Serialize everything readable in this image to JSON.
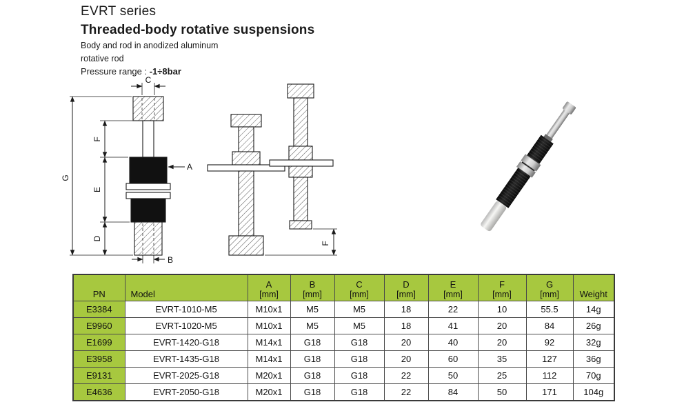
{
  "header": {
    "series": "EVRT series",
    "title": "Threaded-body rotative suspensions",
    "line1": "Body and rod in anodized aluminum",
    "line2": "rotative rod",
    "pressure_label": "Pressure range : ",
    "pressure_value": "-1÷8bar"
  },
  "diagram": {
    "labels": {
      "a": "A",
      "b": "B",
      "c": "C",
      "d": "D",
      "e": "E",
      "f": "F",
      "g": "G"
    }
  },
  "colors": {
    "table_green": "#a7c83f"
  },
  "table": {
    "columns": [
      {
        "label": "PN",
        "unit": ""
      },
      {
        "label": "Model",
        "unit": ""
      },
      {
        "label": "A",
        "unit": "[mm]"
      },
      {
        "label": "B",
        "unit": "[mm]"
      },
      {
        "label": "C",
        "unit": "[mm]"
      },
      {
        "label": "D",
        "unit": "[mm]"
      },
      {
        "label": "E",
        "unit": "[mm]"
      },
      {
        "label": "F",
        "unit": "[mm]"
      },
      {
        "label": "G",
        "unit": "[mm]"
      },
      {
        "label": "Weight",
        "unit": ""
      }
    ],
    "rows": [
      {
        "pn": "E3384",
        "model": "EVRT-1010-M5",
        "a": "M10x1",
        "b": "M5",
        "c": "M5",
        "d": "18",
        "e": "22",
        "f": "10",
        "g": "55.5",
        "weight": "14g"
      },
      {
        "pn": "E9960",
        "model": "EVRT-1020-M5",
        "a": "M10x1",
        "b": "M5",
        "c": "M5",
        "d": "18",
        "e": "41",
        "f": "20",
        "g": "84",
        "weight": "26g"
      },
      {
        "pn": "E1699",
        "model": "EVRT-1420-G18",
        "a": "M14x1",
        "b": "G18",
        "c": "G18",
        "d": "20",
        "e": "40",
        "f": "20",
        "g": "92",
        "weight": "32g"
      },
      {
        "pn": "E3958",
        "model": "EVRT-1435-G18",
        "a": "M14x1",
        "b": "G18",
        "c": "G18",
        "d": "20",
        "e": "60",
        "f": "35",
        "g": "127",
        "weight": "36g"
      },
      {
        "pn": "E9131",
        "model": "EVRT-2025-G18",
        "a": "M20x1",
        "b": "G18",
        "c": "G18",
        "d": "22",
        "e": "50",
        "f": "25",
        "g": "112",
        "weight": "70g"
      },
      {
        "pn": "E4636",
        "model": "EVRT-2050-G18",
        "a": "M20x1",
        "b": "G18",
        "c": "G18",
        "d": "22",
        "e": "84",
        "f": "50",
        "g": "171",
        "weight": "104g"
      }
    ]
  }
}
